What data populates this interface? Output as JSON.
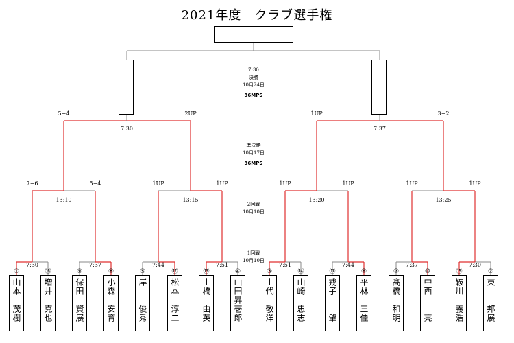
{
  "title": "2021年度　クラブ選手権",
  "final_info": {
    "time": "7:30",
    "round": "決勝",
    "date": "10月24日",
    "format": "36MPS"
  },
  "semi_info": {
    "round": "準決勝",
    "date": "10月17日",
    "format": "36MPS"
  },
  "r2_info": {
    "round": "2回戦",
    "date": "10月10日"
  },
  "r1_info": {
    "round": "1回戦",
    "date": "10月10日"
  },
  "colors": {
    "winner_line": "#e03030",
    "line": "#888888"
  },
  "semi_results": {
    "left": "5−4",
    "left_inner": "2UP",
    "right_inner": "1UP",
    "right": "3−2"
  },
  "semi_times": {
    "left": "7:30",
    "right": "7:37"
  },
  "r2_results": [
    "7−6",
    "5−4",
    "1UP",
    "1UP",
    "1UP",
    "1UP",
    "1UP",
    "1UP"
  ],
  "r2_times": [
    "13:10",
    "13:15",
    "13:20",
    "13:25"
  ],
  "r1_times": [
    "7:30",
    "7:37",
    "7:44",
    "7:51",
    "7:51",
    "7:44",
    "7:37",
    "7:30"
  ],
  "players": [
    {
      "seed": "①",
      "name": "山本　茂樹"
    },
    {
      "seed": "⑯",
      "name": "増井　克也"
    },
    {
      "seed": "⑨",
      "name": "保田　賢展"
    },
    {
      "seed": "⑧",
      "name": "小森　安育"
    },
    {
      "seed": "⑤",
      "name": "岸　　俊秀"
    },
    {
      "seed": "⑰",
      "name": "松本　淳二"
    },
    {
      "seed": "⑬",
      "name": "土橋　由英"
    },
    {
      "seed": "④",
      "name": "山田昇壱郎"
    },
    {
      "seed": "③",
      "name": "土代　敬洋"
    },
    {
      "seed": "⑭",
      "name": "山崎　忠志"
    },
    {
      "seed": "⑪",
      "name": "戎子　　肇"
    },
    {
      "seed": "⑥",
      "name": "平林　三佳"
    },
    {
      "seed": "⑦",
      "name": "髙橋　和明"
    },
    {
      "seed": "⑩",
      "name": "中西　　亮"
    },
    {
      "seed": "⑮",
      "name": "鞍川　義浩"
    },
    {
      "seed": "②",
      "name": "東　　邦展"
    }
  ]
}
